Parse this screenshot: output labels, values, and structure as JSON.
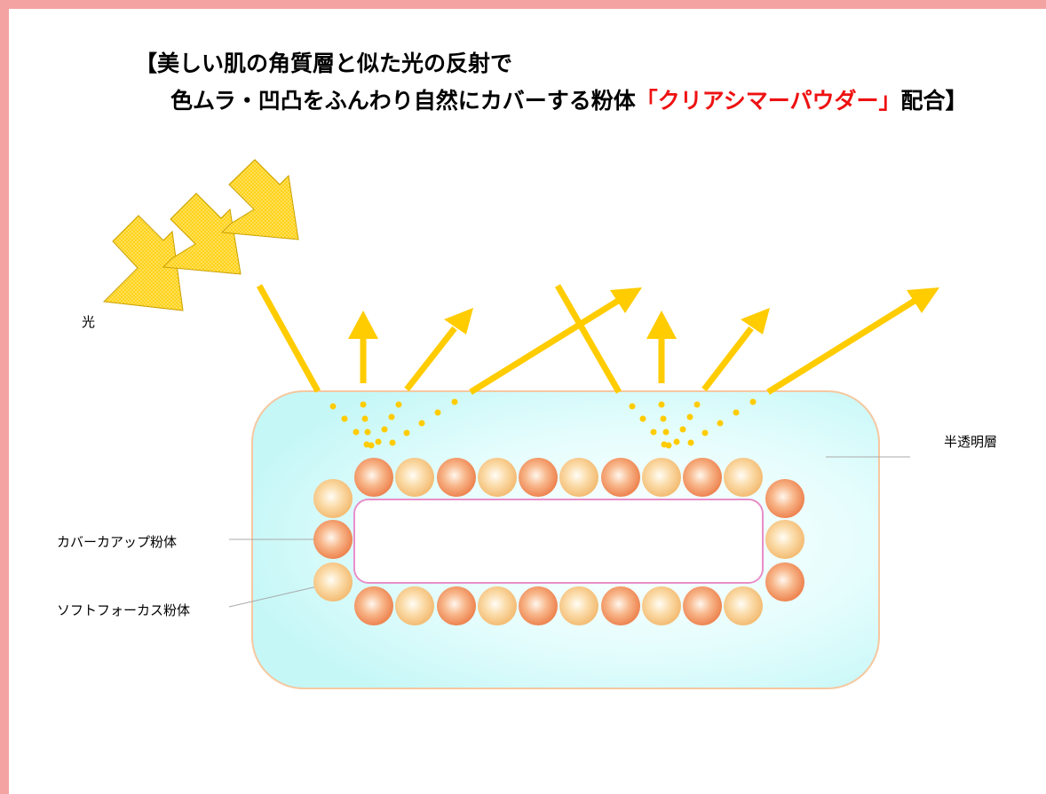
{
  "title": {
    "line1": "【美しい肌の角質層と似た光の反射で",
    "line2_prefix": "色ムラ・凹凸をふんわり自然にカバーする粉体",
    "line2_highlight": "「クリアシマーパウダー」",
    "line2_suffix": "配合】"
  },
  "labels": {
    "light": "光",
    "translucent_layer": "半透明層",
    "cover_up_powder": "カバーカアップ粉体",
    "soft_focus_powder": "ソフトフォーカス粉体"
  },
  "colors": {
    "frame": "#f4a3a3",
    "highlight_text": "#ee1111",
    "light_ray": "#ffcc00",
    "layer_fill": "#ccffff",
    "layer_border": "#f5c8a0",
    "core_border": "#e88ec8",
    "sphere_orange": "#f08a50",
    "sphere_cream": "#f7c98a"
  }
}
